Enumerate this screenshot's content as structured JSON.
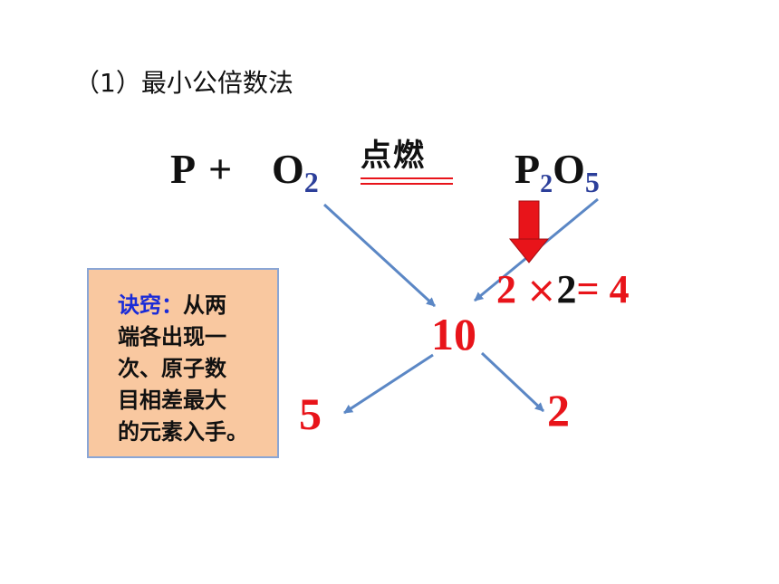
{
  "section_title": "（1）最小公倍数法",
  "equation": {
    "reactant_1": "P",
    "plus": "+",
    "reactant_2_symbol": "O",
    "reactant_2_subscript": "2",
    "condition": "点燃",
    "product_symbol_1": "P",
    "product_subscript_1": "2",
    "product_symbol_2": "O",
    "product_subscript_2": "5"
  },
  "calculation": {
    "factor_1": "2",
    "times": "×",
    "factor_2": "2",
    "equals": "=",
    "result": "4"
  },
  "lcm": "10",
  "left_coefficient": "5",
  "right_coefficient": "2",
  "tip": {
    "heading": "诀窍：",
    "line_1": "从两",
    "line_2": "端各出现一",
    "line_3": "次、原子数",
    "line_4": "目相差最大",
    "line_5": "的元素入手。"
  },
  "colors": {
    "red": "#e8141a",
    "arrow_blue": "#5b87c5",
    "subscript_blue": "#2c3f9a",
    "tip_fill": "#f9c8a0",
    "tip_border": "#8aa6d6",
    "tip_heading": "#1a2bd8"
  }
}
